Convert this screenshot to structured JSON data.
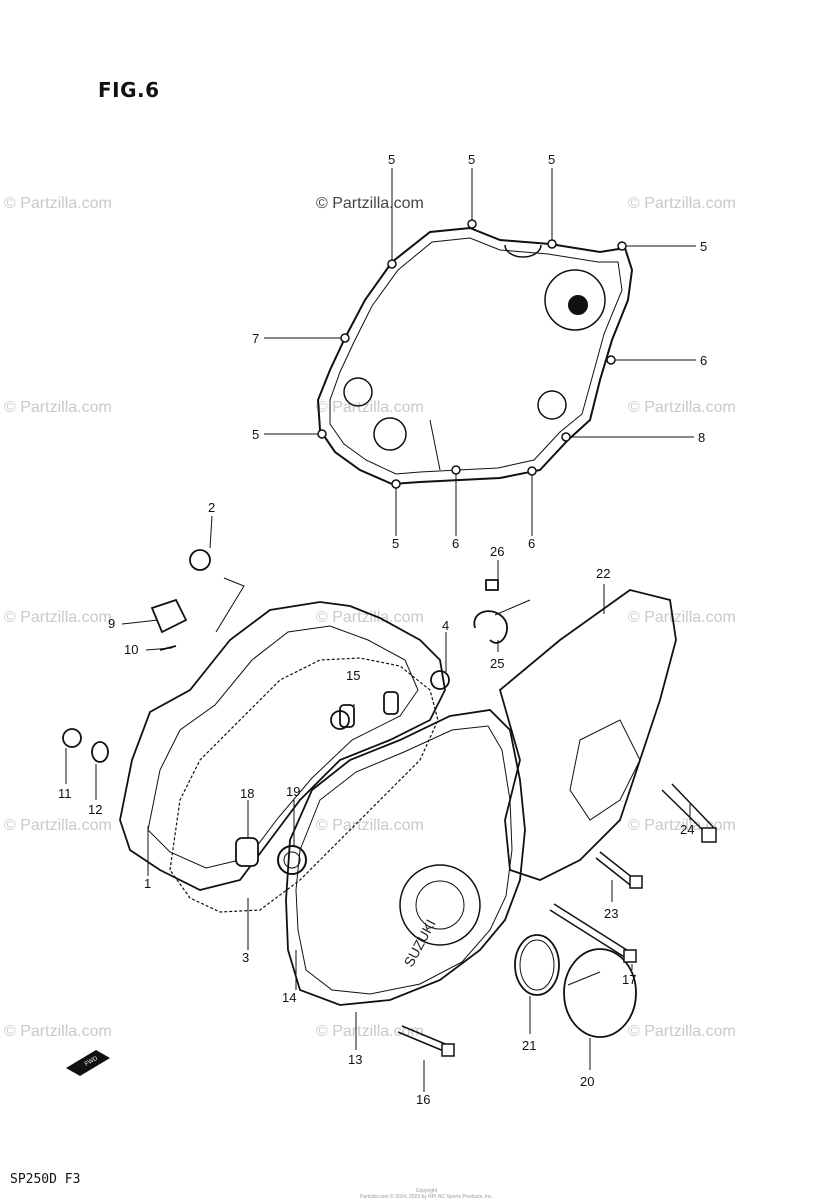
{
  "figure": {
    "title": "FIG.6",
    "model_code": "SP250D F3",
    "copyright_lines": [
      "Copyright",
      "Partzilla.com © 2024, 2023 by RPI NC Sports Products, Inc."
    ]
  },
  "watermark": {
    "text": "© Partzilla.com",
    "color": "#c9c9c9"
  },
  "callouts": {
    "c5a": "5",
    "c5b": "5",
    "c5c": "5",
    "c5d": "5",
    "c5e": "5",
    "c5f": "5",
    "c6a": "6",
    "c6b": "6",
    "c6c": "6",
    "c7": "7",
    "c8": "8",
    "c1": "1",
    "c2": "2",
    "c3": "3",
    "c4": "4",
    "c9": "9",
    "c10": "10",
    "c11": "11",
    "c12": "12",
    "c13": "13",
    "c14": "14",
    "c15": "15",
    "c16": "16",
    "c17": "17",
    "c18": "18",
    "c19": "19",
    "c20": "20",
    "c21": "21",
    "c22": "22",
    "c23": "23",
    "c24": "24",
    "c25": "25",
    "c26": "26"
  },
  "direction_mark": "FWD",
  "cover_brand": "SUZUKI"
}
